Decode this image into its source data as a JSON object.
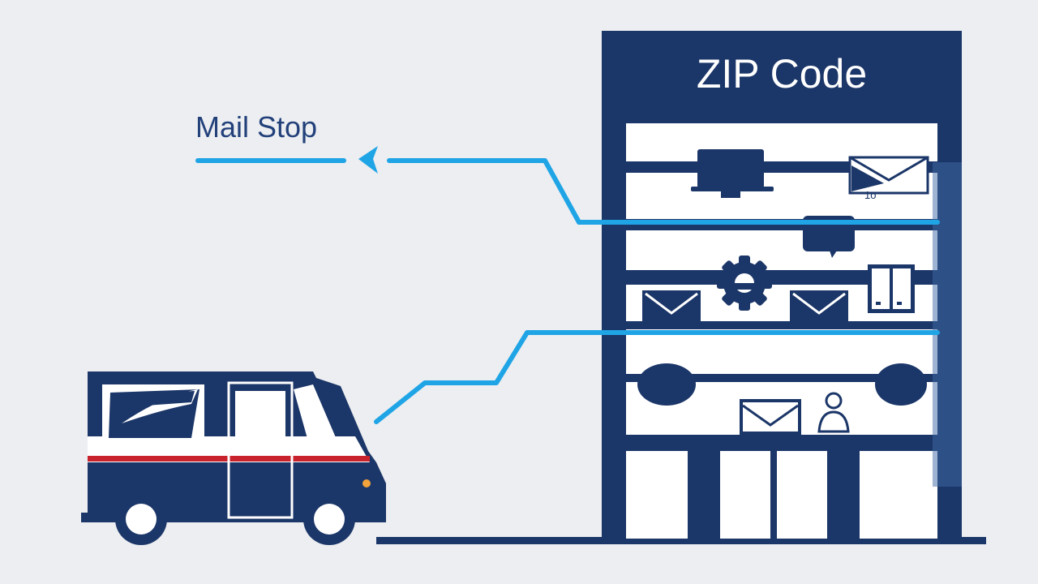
{
  "labels": {
    "mail_stop": "Mail Stop",
    "zip_code": "ZIP Code",
    "small_mark": "1o"
  },
  "colors": {
    "background": "#eceef1",
    "navy": "#1b3668",
    "route_line": "#1fa4e6",
    "stripe_red": "#c8232c",
    "panel_white": "#ffffff"
  },
  "icons": [
    "monitor-icon",
    "envelope-icon",
    "speech-bubble-icon",
    "gear-icon",
    "server-icon",
    "person-icon",
    "usps-eagle-logo",
    "mail-truck"
  ]
}
